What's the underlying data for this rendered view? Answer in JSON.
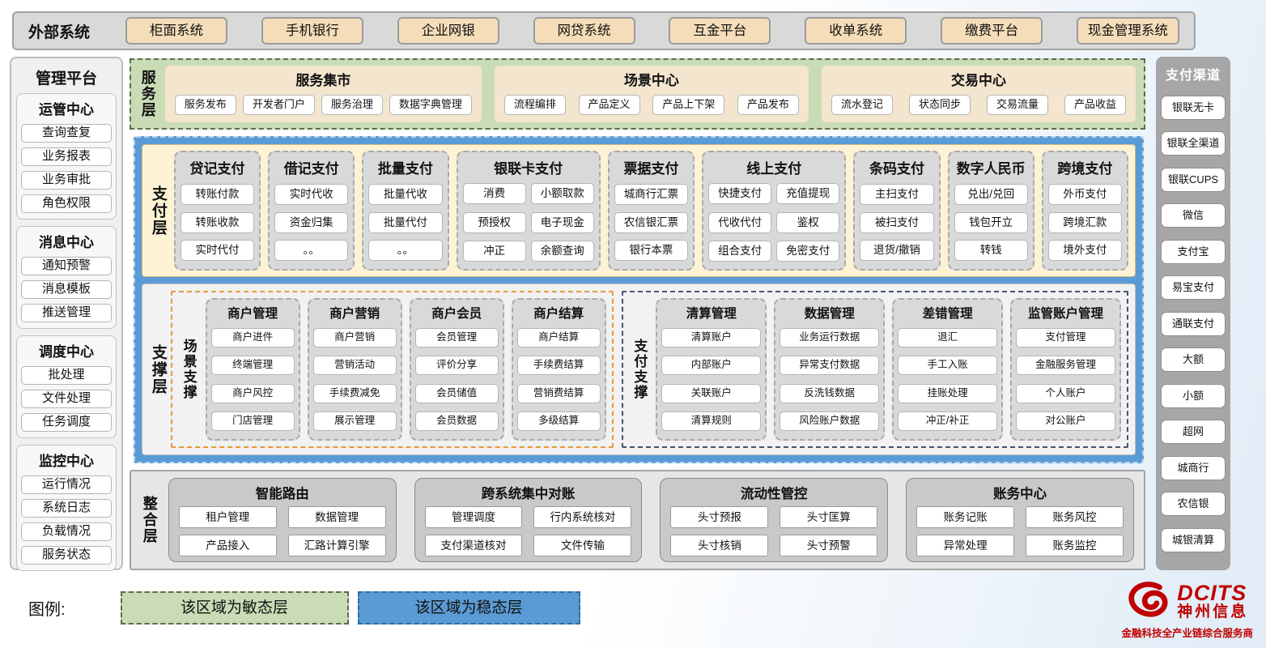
{
  "external_systems": {
    "label": "外部系统",
    "items": [
      "柜面系统",
      "手机银行",
      "企业网银",
      "网贷系统",
      "互金平台",
      "收单系统",
      "缴费平台",
      "现金管理系统"
    ]
  },
  "management_platform": {
    "title": "管理平台",
    "groups": [
      {
        "title": "运管中心",
        "items": [
          "查询查复",
          "业务报表",
          "业务审批",
          "角色权限"
        ]
      },
      {
        "title": "消息中心",
        "items": [
          "通知预警",
          "消息模板",
          "推送管理"
        ]
      },
      {
        "title": "调度中心",
        "items": [
          "批处理",
          "文件处理",
          "任务调度"
        ]
      },
      {
        "title": "监控中心",
        "items": [
          "运行情况",
          "系统日志",
          "负载情况",
          "服务状态"
        ]
      }
    ]
  },
  "service_layer": {
    "label": "服务层",
    "sections": [
      {
        "title": "服务集市",
        "items": [
          "服务发布",
          "开发者门户",
          "服务治理",
          "数据字典管理"
        ]
      },
      {
        "title": "场景中心",
        "items": [
          "流程编排",
          "产品定义",
          "产品上下架",
          "产品发布"
        ]
      },
      {
        "title": "交易中心",
        "items": [
          "流水登记",
          "状态同步",
          "交易流量",
          "产品收益"
        ]
      }
    ]
  },
  "payment_layer": {
    "label": "支付层",
    "columns": [
      {
        "title": "贷记支付",
        "wide": false,
        "items": [
          "转账付款",
          "转账收款",
          "实时代付"
        ]
      },
      {
        "title": "借记支付",
        "wide": false,
        "items": [
          "实时代收",
          "资金归集",
          "。。"
        ]
      },
      {
        "title": "批量支付",
        "wide": false,
        "items": [
          "批量代收",
          "批量代付",
          "。。"
        ]
      },
      {
        "title": "银联卡支付",
        "wide": true,
        "items": [
          "消费",
          "小额取款",
          "预授权",
          "电子现金",
          "冲正",
          "余额查询"
        ]
      },
      {
        "title": "票据支付",
        "wide": false,
        "items": [
          "城商行汇票",
          "农信银汇票",
          "银行本票"
        ]
      },
      {
        "title": "线上支付",
        "wide": true,
        "items": [
          "快捷支付",
          "充值提现",
          "代收代付",
          "鉴权",
          "组合支付",
          "免密支付"
        ]
      },
      {
        "title": "条码支付",
        "wide": false,
        "items": [
          "主扫支付",
          "被扫支付",
          "退货/撤销"
        ]
      },
      {
        "title": "数字人民币",
        "wide": false,
        "items": [
          "兑出/兑回",
          "钱包开立",
          "转钱"
        ]
      },
      {
        "title": "跨境支付",
        "wide": false,
        "items": [
          "外币支付",
          "跨境汇款",
          "境外支付"
        ]
      }
    ]
  },
  "support_layer": {
    "label": "支撑层",
    "groups": [
      {
        "label": "场景支撑",
        "accent": "orange",
        "columns": [
          {
            "title": "商户管理",
            "items": [
              "商户进件",
              "终端管理",
              "商户风控",
              "门店管理"
            ]
          },
          {
            "title": "商户营销",
            "items": [
              "商户营销",
              "营销活动",
              "手续费减免",
              "展示管理"
            ]
          },
          {
            "title": "商户会员",
            "items": [
              "会员管理",
              "评价分享",
              "会员储值",
              "会员数据"
            ]
          },
          {
            "title": "商户结算",
            "items": [
              "商户结算",
              "手续费结算",
              "营销费结算",
              "多级结算"
            ]
          }
        ]
      },
      {
        "label": "支付支撑",
        "accent": "navy",
        "columns": [
          {
            "title": "清算管理",
            "items": [
              "清算账户",
              "内部账户",
              "关联账户",
              "清算规则"
            ]
          },
          {
            "title": "数据管理",
            "items": [
              "业务运行数据",
              "异常支付数据",
              "反洗钱数据",
              "风险账户数据"
            ]
          },
          {
            "title": "差错管理",
            "items": [
              "退汇",
              "手工入账",
              "挂账处理",
              "冲正/补正"
            ]
          },
          {
            "title": "监管账户管理",
            "items": [
              "支付管理",
              "金融服务管理",
              "个人账户",
              "对公账户"
            ]
          }
        ]
      }
    ]
  },
  "integration_layer": {
    "label": "整合层",
    "sections": [
      {
        "title": "智能路由",
        "items": [
          "租户管理",
          "数据管理",
          "产品接入",
          "汇路计算引擎"
        ]
      },
      {
        "title": "跨系统集中对账",
        "items": [
          "管理调度",
          "行内系统核对",
          "支付渠道核对",
          "文件传输"
        ]
      },
      {
        "title": "流动性管控",
        "items": [
          "头寸预报",
          "头寸匡算",
          "头寸核销",
          "头寸预警"
        ]
      },
      {
        "title": "账务中心",
        "items": [
          "账务记账",
          "账务风控",
          "异常处理",
          "账务监控"
        ]
      }
    ]
  },
  "payment_channels": {
    "title": "支付渠道",
    "items": [
      "银联无卡",
      "银联全渠道",
      "银联CUPS",
      "微信",
      "支付宝",
      "易宝支付",
      "通联支付",
      "大额",
      "小额",
      "超网",
      "城商行",
      "农信银",
      "城银清算"
    ]
  },
  "legend": {
    "label": "图例:",
    "items": [
      {
        "text": "该区域为敏态层",
        "type": "agile"
      },
      {
        "text": "该区域为稳态层",
        "type": "stable"
      }
    ]
  },
  "logo": {
    "brand": "DCITS",
    "company": "神州信息",
    "tagline": "金融科技全产业链综合服务商"
  },
  "colors": {
    "agile_green": "#c9dcb6",
    "stable_blue": "#5b9bd5",
    "panel_gray": "#d9d9d9",
    "tan_button": "#f5ddb9",
    "scene_accent_orange": "#e8973f",
    "payment_accent_navy": "#44546a",
    "brand_red": "#c00000"
  }
}
